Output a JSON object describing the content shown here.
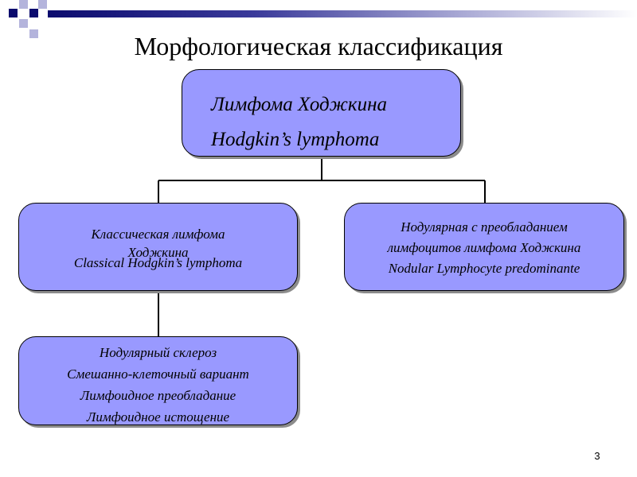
{
  "slide": {
    "title": "Морфологическая классификация",
    "page_number": "3"
  },
  "colors": {
    "box_fill": "#9999ff",
    "box_border": "#000000",
    "deco_dark": "#0b0b6e",
    "deco_light": "#b4b4dc"
  },
  "diagram": {
    "root": {
      "line1": "Лимфома Ходжкина",
      "line2": "Hodgkin’s lymphoma"
    },
    "classical": {
      "ru_line1": "Классическая лимфома",
      "ru_line2": "Ходжкина",
      "en": "Classical Hodgkin’s lymphoma"
    },
    "nodular": {
      "line1": "Нодулярная с преобладанием",
      "line2": "лимфоцитов лимфома Ходжкина",
      "line3": "Nodular Lymphocyte predominante"
    },
    "subtypes": {
      "items": [
        "Нодулярный склероз",
        "Смешанно-клеточный вариант",
        "Лимфоидное преобладание",
        "Лимфоидное истощение"
      ]
    }
  }
}
